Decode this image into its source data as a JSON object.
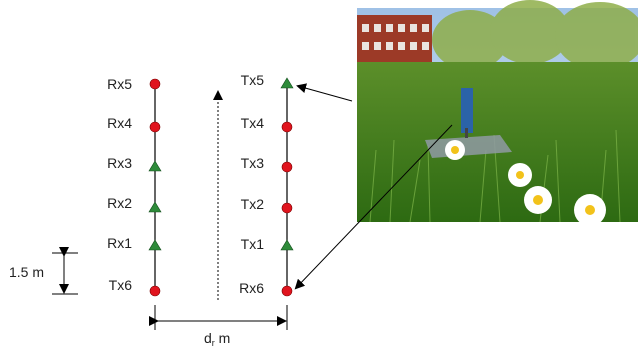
{
  "left_column": {
    "labels": [
      "Rx5",
      "Rx4",
      "Rx3",
      "Rx2",
      "Rx1",
      "Tx6"
    ],
    "markers": [
      "circle",
      "circle",
      "triangle",
      "triangle",
      "triangle",
      "circle"
    ]
  },
  "right_column": {
    "labels": [
      "Tx5",
      "Tx4",
      "Tx3",
      "Tx2",
      "Tx1",
      "Rx6"
    ],
    "markers": [
      "triangle",
      "circle",
      "circle",
      "circle",
      "triangle",
      "circle"
    ]
  },
  "spacing_label": "1.5 m",
  "distance_label": {
    "base": "d",
    "sub": "r",
    "unit": " m"
  },
  "colors": {
    "circle": "#e0141e",
    "triangle": "#2e8b3a",
    "line": "#000000",
    "sky": "#b9d3ec",
    "grass": "#3e7a1c",
    "building": "#9c3a27"
  },
  "photo": {
    "icon": "field-photo",
    "description_visible": false
  }
}
